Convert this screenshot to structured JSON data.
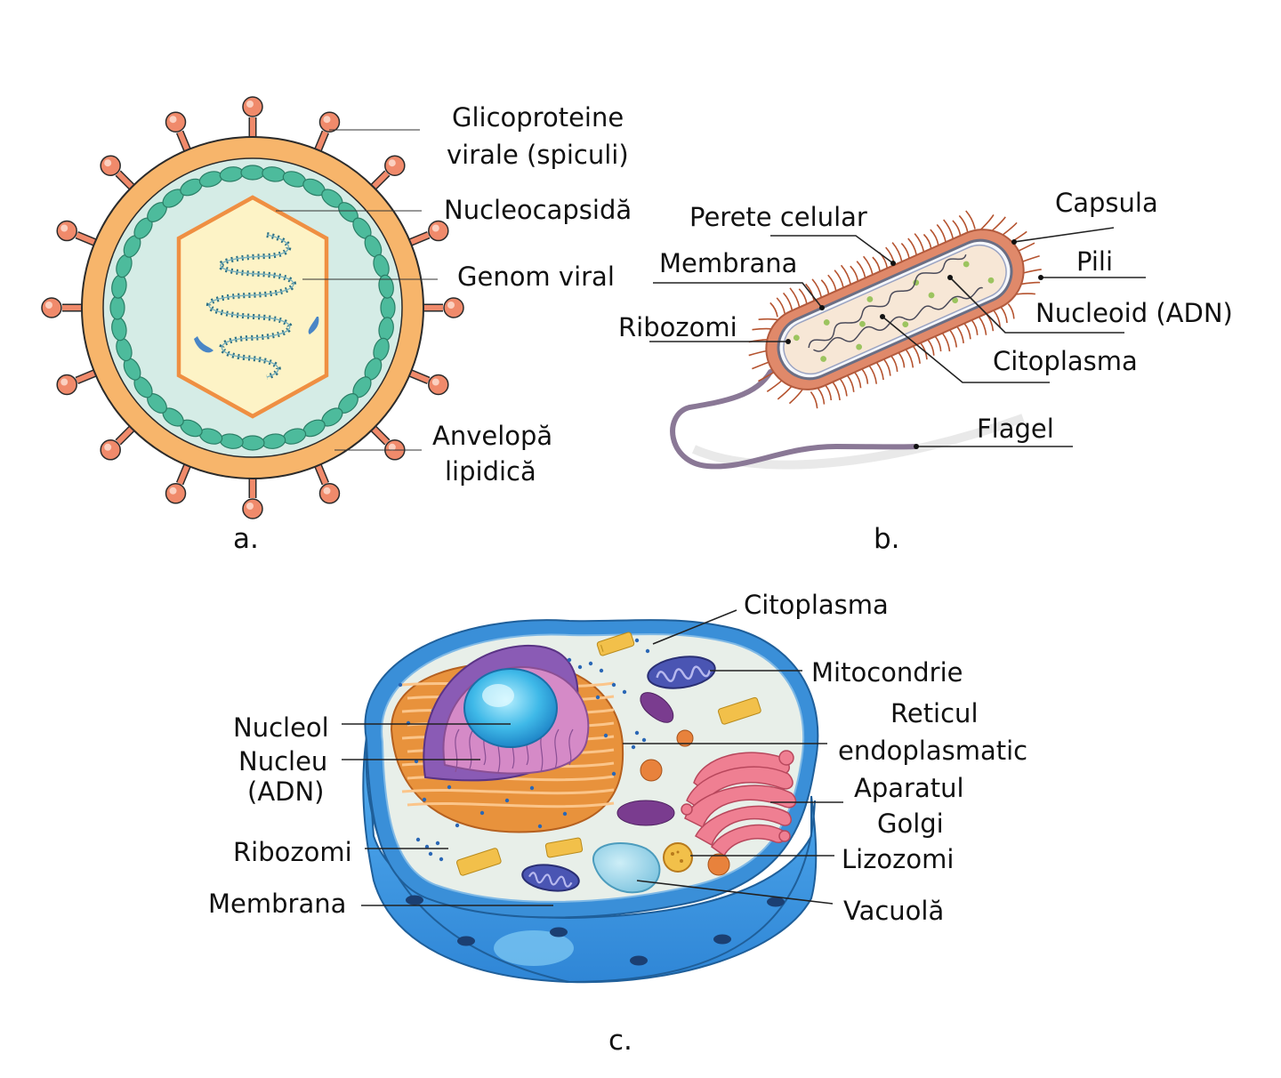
{
  "virus": {
    "label_glycoproteins_1": "Glicoproteine",
    "label_glycoproteins_2": "virale (spiculi)",
    "label_nucleocapsid": "Nucleocapsidă",
    "label_genome": "Genom viral",
    "label_envelope_1": "Anvelopă",
    "label_envelope_2": "lipidică",
    "caption": "a."
  },
  "bacterium": {
    "label_capsule": "Capsula",
    "label_cell_wall": "Perete celular",
    "label_pili": "Pili",
    "label_membrane": "Membrana",
    "label_nucleoid": "Nucleoid (ADN)",
    "label_ribosomes": "Ribozomi",
    "label_cytoplasm": "Citoplasma",
    "label_flagellum": "Flagel",
    "caption": "b."
  },
  "animal_cell": {
    "label_cytoplasm": "Citoplasma",
    "label_mitochondria": "Mitocondrie",
    "label_er_1": "Reticul",
    "label_er_2": "endoplasmatic",
    "label_nucleolus": "Nucleol",
    "label_nucleus_1": "Nucleu",
    "label_nucleus_2": "(ADN)",
    "label_golgi_1": "Aparatul",
    "label_golgi_2": "Golgi",
    "label_ribosomes": "Ribozomi",
    "label_lysosomes": "Lizozomi",
    "label_membrane": "Membrana",
    "label_vacuole": "Vacuolă",
    "caption": "c."
  },
  "colors": {
    "virus_envelope": "#f7b56b",
    "virus_spike": "#f08a6b",
    "virus_inner": "#d5ece6",
    "capsomere": "#4dbb9c",
    "genome_core": "#fdf3c6",
    "genome_border": "#ef8f42",
    "bacterium_wall": "#e0896a",
    "bacterium_pili": "#b5532f",
    "cell_membrane_blue": "#3a8fd8",
    "nucleus_purple": "#8a5bb5",
    "er_orange": "#e8923c",
    "golgi_pink": "#ef7f92"
  }
}
